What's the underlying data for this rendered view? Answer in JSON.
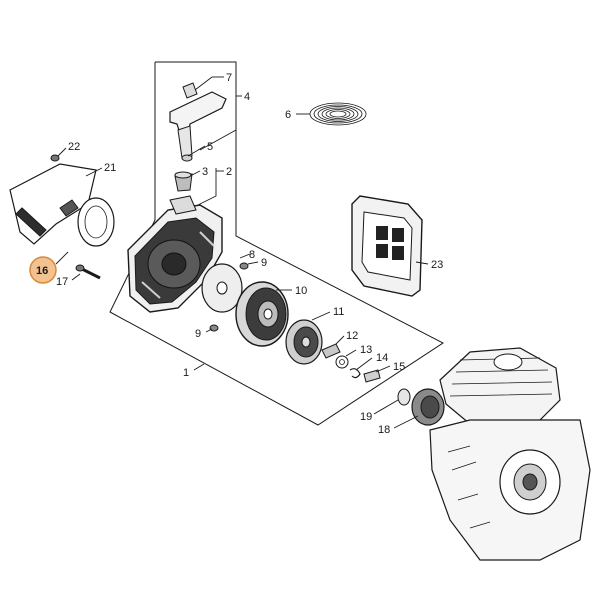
{
  "diagram": {
    "highlight_color": "#f2c291",
    "highlight_stroke": "#d9893e",
    "line_color": "#1a1a1a",
    "part_numbers": [
      "1",
      "2",
      "3",
      "4",
      "5",
      "6",
      "7",
      "8",
      "9",
      "9",
      "10",
      "11",
      "12",
      "13",
      "14",
      "15",
      "16",
      "17",
      "18",
      "19",
      "21",
      "22",
      "23"
    ]
  }
}
